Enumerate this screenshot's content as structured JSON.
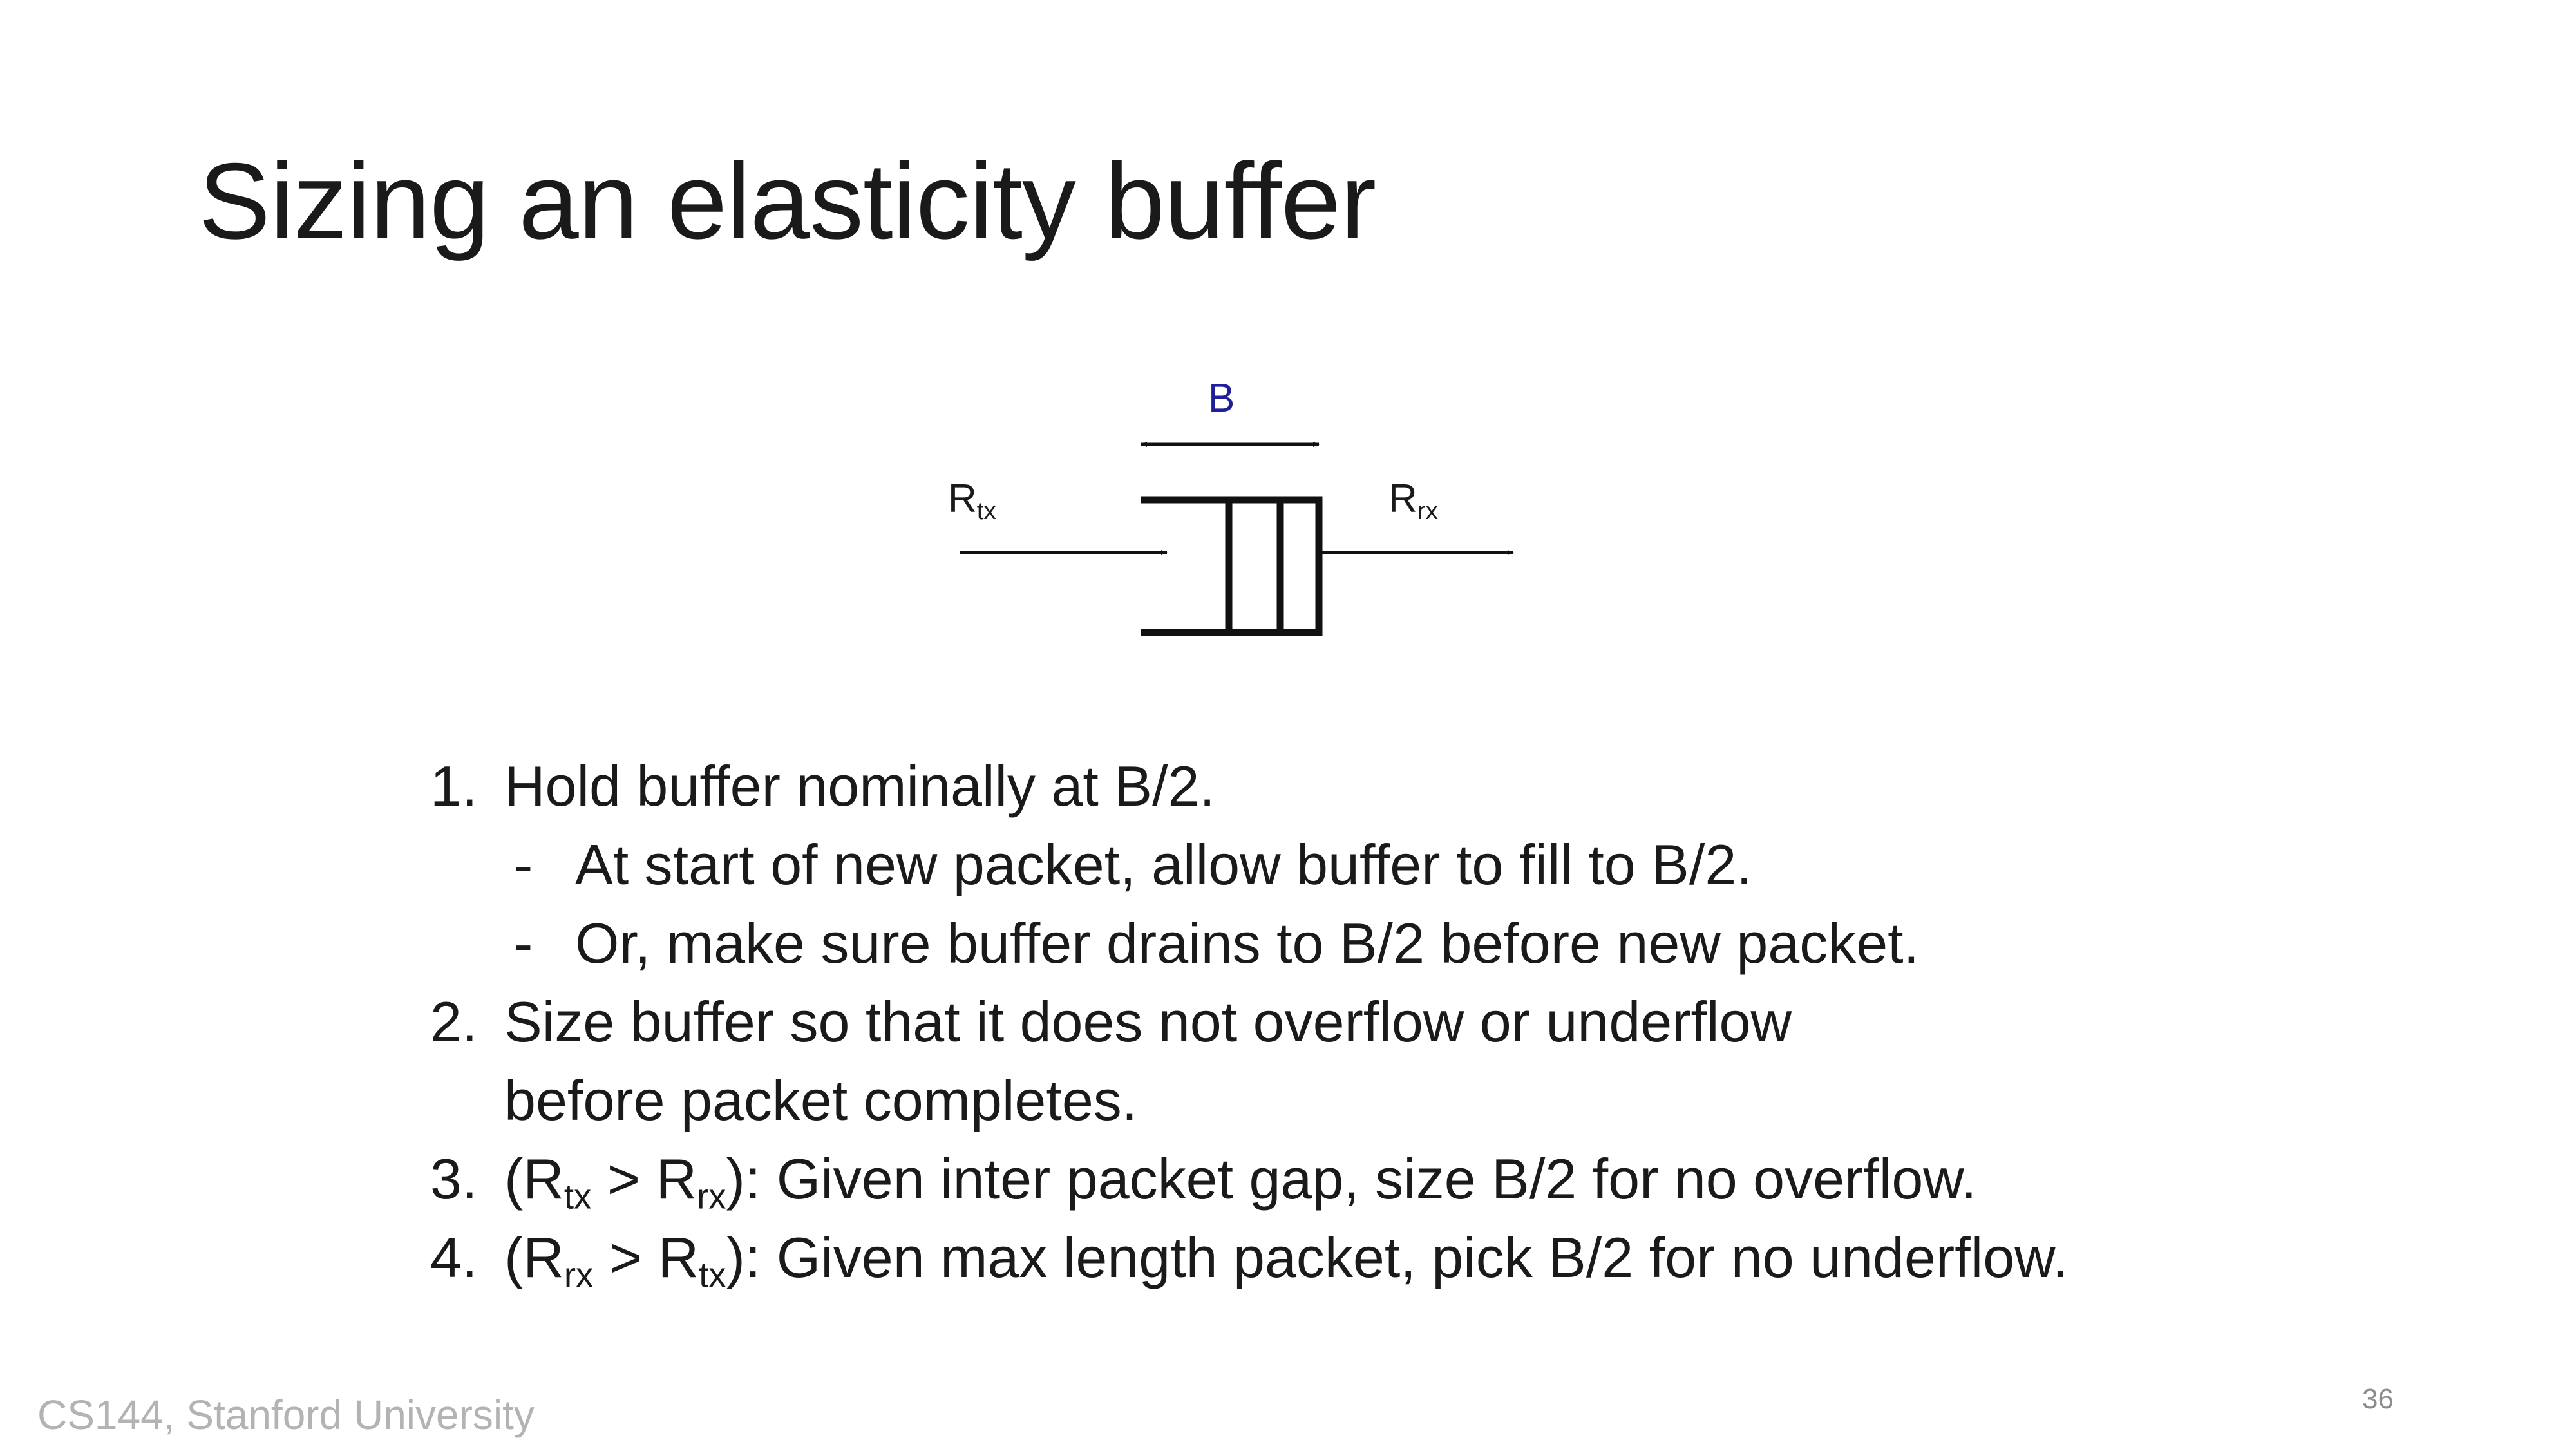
{
  "slide": {
    "title": "Sizing an elasticity buffer",
    "diagram": {
      "buffer_label": "B",
      "tx_label": {
        "base": "R",
        "sub": "tx"
      },
      "rx_label": {
        "base": "R",
        "sub": "rx"
      },
      "colors": {
        "buffer_label": "#1f1f9a",
        "lines": "#111111"
      }
    },
    "list": [
      {
        "number": "1.",
        "text": "Hold buffer nominally at B/2."
      },
      {
        "dash": "-",
        "text": "At start of new packet, allow buffer to fill to B/2."
      },
      {
        "dash": "-",
        "text": "Or, make sure buffer drains to B/2 before new packet."
      },
      {
        "number": "2.",
        "text": "Size buffer so that it does not overflow or underflow"
      },
      {
        "text": "before packet completes."
      },
      {
        "number": "3.",
        "open": "(R",
        "s1": "tx",
        "mid": " > R",
        "s2": "rx",
        "rest": "): Given inter packet gap, size B/2 for no overflow."
      },
      {
        "number": "4.",
        "open": "(R",
        "s1": "rx",
        "mid": " > R",
        "s2": "tx",
        "rest": "): Given max length packet, pick B/2 for no underflow."
      }
    ],
    "footer": "CS144, Stanford University",
    "page_number": "36"
  }
}
